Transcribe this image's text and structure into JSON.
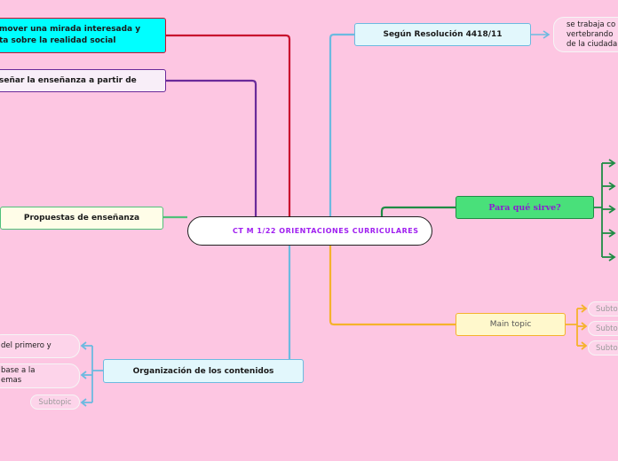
{
  "central": {
    "label": "CT M 1/22 ORIENTACIONES CURRICULARES"
  },
  "topics": {
    "promover": "mover una mirada interesada y\nta sobre la realidad social",
    "disenar": "señar la enseñanza a partir de",
    "propuestas": "Propuestas de enseñanza",
    "organizacion": "Organización de los contenidos",
    "resolucion": "Según Resolución 4418/11",
    "para_que": "Para qué sirve?",
    "main_topic": "Main topic"
  },
  "subtopics": {
    "resolucion_detail": "se trabaja co\nvertebrando\nde la ciudada",
    "main_sub_1": "Subto",
    "main_sub_2": "Subto",
    "main_sub_3": "Subto",
    "org_sub_1": "del primero y",
    "org_sub_2": "base a la\nemas",
    "org_sub_3": "Subtopic"
  },
  "colors": {
    "background": "#fdc6e2",
    "red_link": "#c8102e",
    "purple_link": "#6a2a9a",
    "green_link": "#4fc07a",
    "blue_link": "#6cbae0",
    "dark_green_link": "#1f8c45",
    "orange_link": "#f5b22c"
  }
}
